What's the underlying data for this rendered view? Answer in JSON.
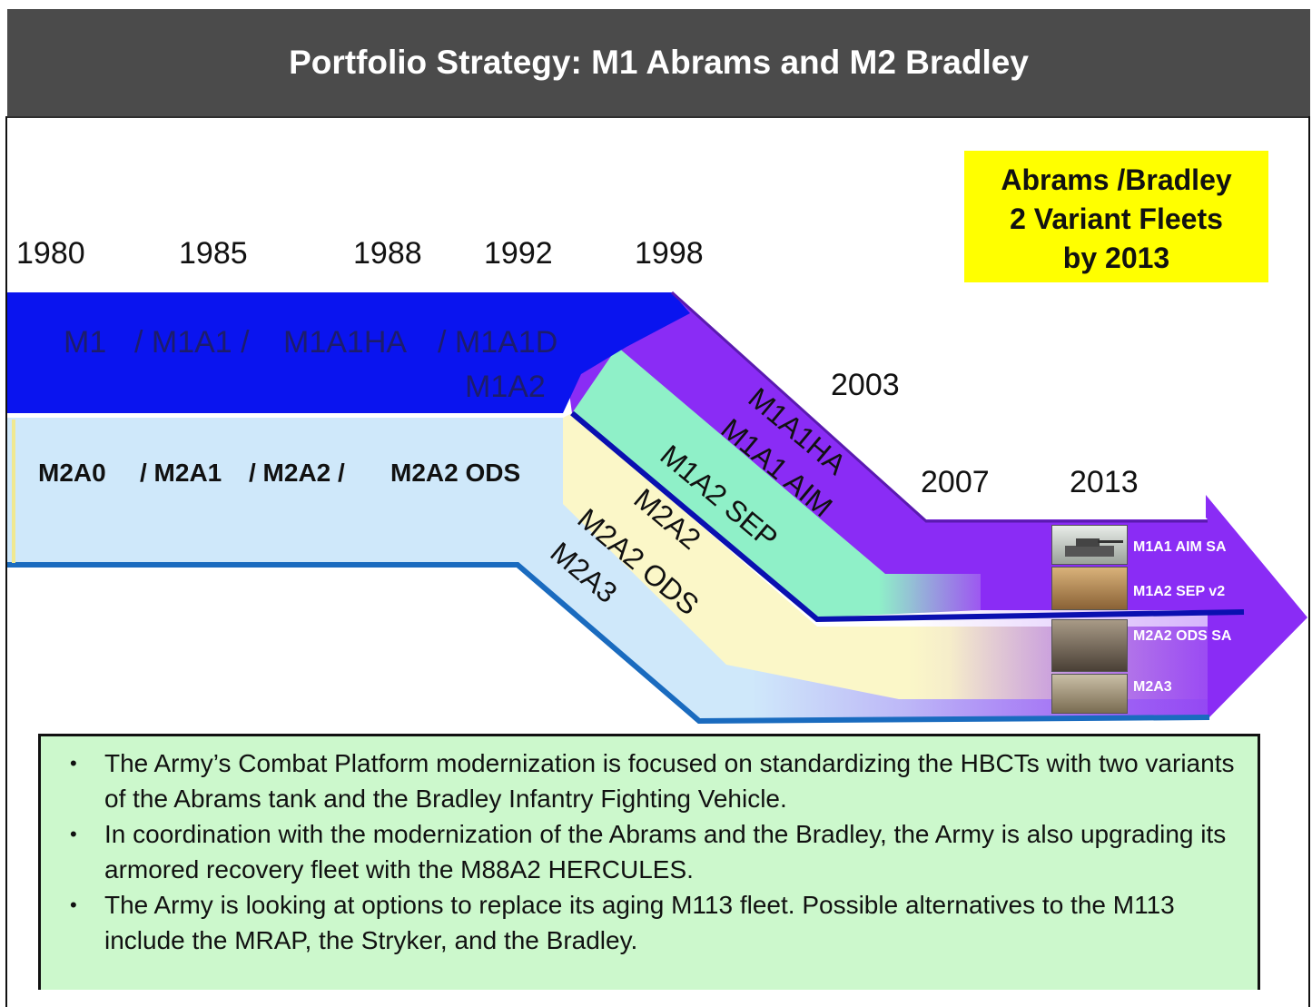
{
  "title": "Portfolio Strategy: M1 Abrams and M2 Bradley",
  "callout": [
    "Abrams /Bradley",
    "2 Variant Fleets",
    "by 2013"
  ],
  "years_top": [
    "1980",
    "1985",
    "1988",
    "1992",
    "1998"
  ],
  "years_right": [
    "2003",
    "2007",
    "2013"
  ],
  "bands": {
    "abrams_upper": [
      "M1",
      "/ M1A1 /",
      "M1A1HA",
      "/ M1A1D",
      "M1A2"
    ],
    "bradley_upper": [
      "M2A0",
      "/ M2A1",
      "/ M2A2 /",
      "M2A2 ODS"
    ],
    "abrams_diagonal": [
      "M1A1HA",
      "M1A1 AIM"
    ],
    "sep_diagonal": "M1A2 SEP",
    "m2a2_diagonal": [
      "M2A2",
      "M2A2 ODS"
    ],
    "m2a3_diagonal": "M2A3"
  },
  "final_variants": [
    {
      "label": "M1A1 AIM SA",
      "icon": "tank-photo-icon"
    },
    {
      "label": "M1A2 SEP v2",
      "icon": "tank-photo-icon"
    },
    {
      "label": "M2A2 ODS SA",
      "icon": "ifv-photo-icon"
    },
    {
      "label": "M2A3",
      "icon": "ifv-photo-icon"
    }
  ],
  "notes": [
    "The Army’s Combat Platform modernization is focused on standardizing the HBCTs with two variants of the Abrams tank and the Bradley Infantry Fighting Vehicle.",
    "In coordination with the modernization of the Abrams and the Bradley, the Army is also upgrading its armored recovery fleet with the M88A2 HERCULES.",
    "The Army is looking at options to replace its aging M113 fleet. Possible alternatives to the M113 include the MRAP, the Stryker, and the Bradley."
  ],
  "colors": {
    "header": "#4b4b4b",
    "abrams_band": "#0a14ef",
    "purple_band": "#8a2cf5",
    "sep_band": "#8ff0c8",
    "bradley_band": "#cfe8fa",
    "m2a2_band": "#fbf7c8",
    "callout": "#ffff00",
    "notes_bg": "#ccf8cc"
  }
}
